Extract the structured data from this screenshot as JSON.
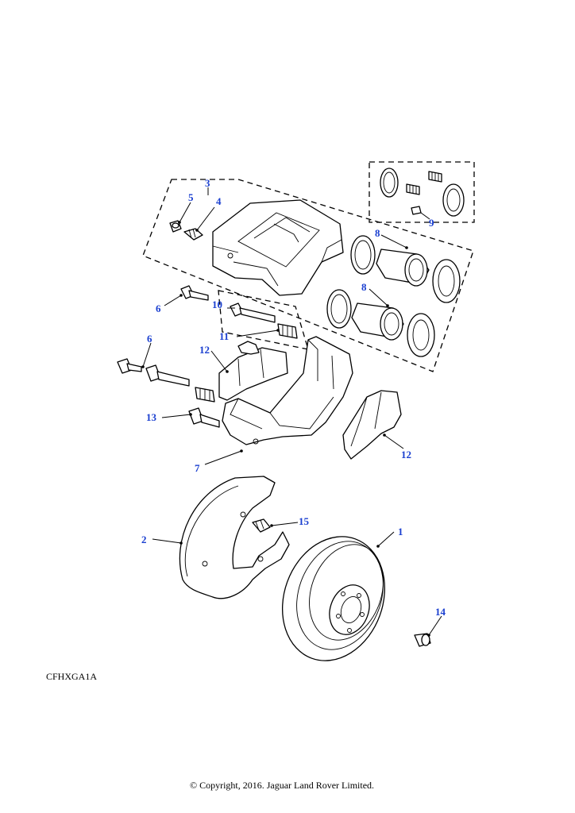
{
  "diagram": {
    "figure_code": "CFHXGA1A",
    "copyright": "© Copyright, 2016. Jaguar Land Rover Limited.",
    "callouts": {
      "disc": "1",
      "splash_shield": "2",
      "caliper_kit": "3",
      "bleed_screw": "4",
      "bleed_cap": "5",
      "bolt_upper": "6",
      "bolt_left": "6",
      "carrier": "7",
      "piston_upper": "8",
      "piston_lower": "8",
      "seal_kit": "9",
      "guide_pin": "10",
      "boot": "11",
      "pad_inner": "12",
      "pad_outer": "12",
      "carrier_bolt": "13",
      "disc_screw": "14",
      "shield_bolt": "15"
    }
  }
}
